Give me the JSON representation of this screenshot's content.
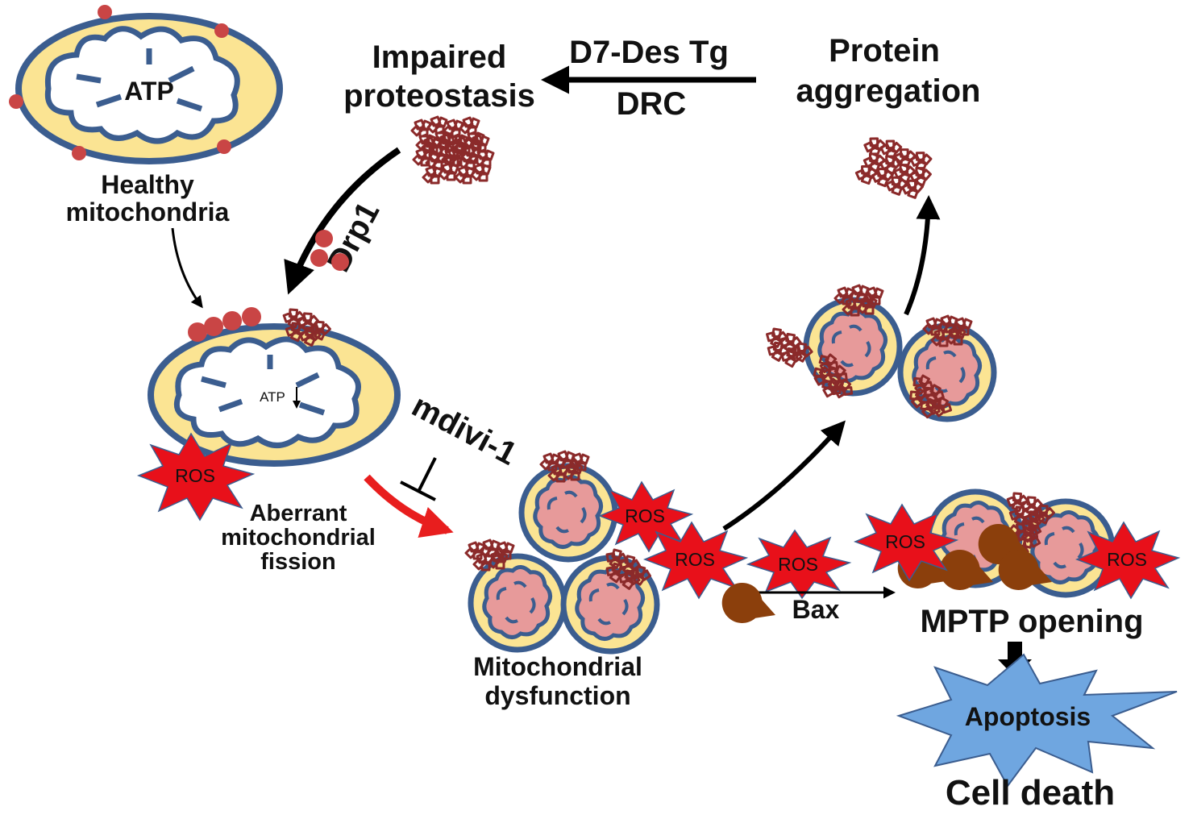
{
  "labels": {
    "healthy_atp": "ATP",
    "healthy_1": "Healthy",
    "healthy_2": "mitochondria",
    "impaired_1": "Impaired",
    "impaired_2": "proteostasis",
    "d7": "D7-Des Tg",
    "drc": "DRC",
    "protein_1": "Protein",
    "protein_2": "aggregation",
    "drp1": "Drp1",
    "atp_down": "ATP",
    "mdivi": "mdivi-1",
    "aberrant_1": "Aberrant",
    "aberrant_2": "mitochondrial",
    "aberrant_3": "fission",
    "dysf_1": "Mitochondrial",
    "dysf_2": "dysfunction",
    "bax": "Bax",
    "mptp": "MPTP opening",
    "apoptosis": "Apoptosis",
    "cell_death": "Cell death",
    "ros": "ROS"
  },
  "colors": {
    "membrane": "#3b5d8f",
    "matrix": "#fbe493",
    "inner": "#e79a9a",
    "protein": "#8b2a2a",
    "drp1": "#c94545",
    "ros": "#e8101a",
    "bax": "#8b3f0c",
    "apoptosis": "#6fa6e0",
    "fission_arrow": "#e81e1e"
  }
}
